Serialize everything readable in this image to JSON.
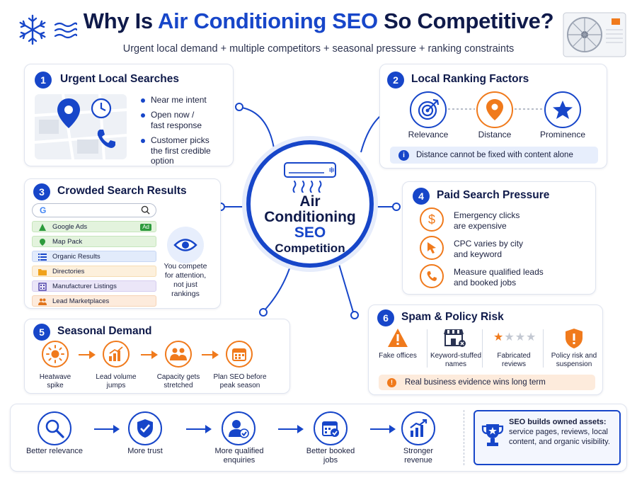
{
  "header": {
    "title_pre": "Why Is ",
    "title_highlight": "Air Conditioning SEO",
    "title_post": " So Competitive?",
    "subtitle": "Urgent local demand + multiple competitors + seasonal pressure + ranking constraints"
  },
  "center": {
    "line1": "Air",
    "line2": "Conditioning",
    "line3": "SEO",
    "line4": "Competition"
  },
  "card1": {
    "number": "1",
    "title": "Urgent Local Searches",
    "bullets": [
      "Near me intent",
      "Open now / fast response",
      "Customer picks the first credible option"
    ]
  },
  "card2": {
    "number": "2",
    "title": "Local Ranking Factors",
    "factors": [
      "Relevance",
      "Distance",
      "Prominence"
    ],
    "note": "Distance cannot be fixed with content alone"
  },
  "card3": {
    "number": "3",
    "title": "Crowded Search Results",
    "results": [
      "Google Ads",
      "Map Pack",
      "Organic Results",
      "Directories",
      "Manufacturer Listings",
      "Lead Marketplaces"
    ],
    "ad_badge": "Ad",
    "side_note": "You compete for attention, not just rankings",
    "search_logo": "G"
  },
  "card4": {
    "number": "4",
    "title": "Paid Search Pressure",
    "items": [
      "Emergency clicks are expensive",
      "CPC varies by city and keyword",
      "Measure qualified leads and booked jobs"
    ]
  },
  "card5": {
    "number": "5",
    "title": "Seasonal Demand",
    "steps": [
      "Heatwave spike",
      "Lead volume jumps",
      "Capacity gets stretched",
      "Plan SEO before peak season"
    ]
  },
  "card6": {
    "number": "6",
    "title": "Spam & Policy Risk",
    "risks": [
      "Fake offices",
      "Keyword-stuffed names",
      "Fabricated reviews",
      "Policy risk and suspension"
    ],
    "rating": "1 of 4",
    "note": "Real business evidence wins long term"
  },
  "footer": {
    "flow": [
      "Better relevance",
      "More trust",
      "More qualified enquiries",
      "Better booked jobs",
      "Stronger revenue"
    ],
    "callout_bold": "SEO builds owned assets:",
    "callout_rest": "service pages, reviews, local content, and organic visibility."
  },
  "colors": {
    "primary": "#1746c9",
    "accent": "#f07a1c",
    "ink": "#0f1a4a"
  },
  "icons": [
    "snowflake-icon",
    "air-wave-icon",
    "ac-unit-icon",
    "map-pin-icon",
    "clock-icon",
    "phone-icon",
    "target-icon",
    "location-pin-icon",
    "star-icon",
    "info-icon",
    "search-icon",
    "eye-icon",
    "dollar-icon",
    "cursor-icon",
    "call-icon",
    "sun-icon",
    "chart-up-icon",
    "team-icon",
    "calendar-icon",
    "warning-icon",
    "store-icon",
    "shield-warning-icon",
    "magnifier-icon",
    "shield-check-icon",
    "user-check-icon",
    "calendar-check-icon",
    "growth-icon",
    "trophy-icon"
  ]
}
